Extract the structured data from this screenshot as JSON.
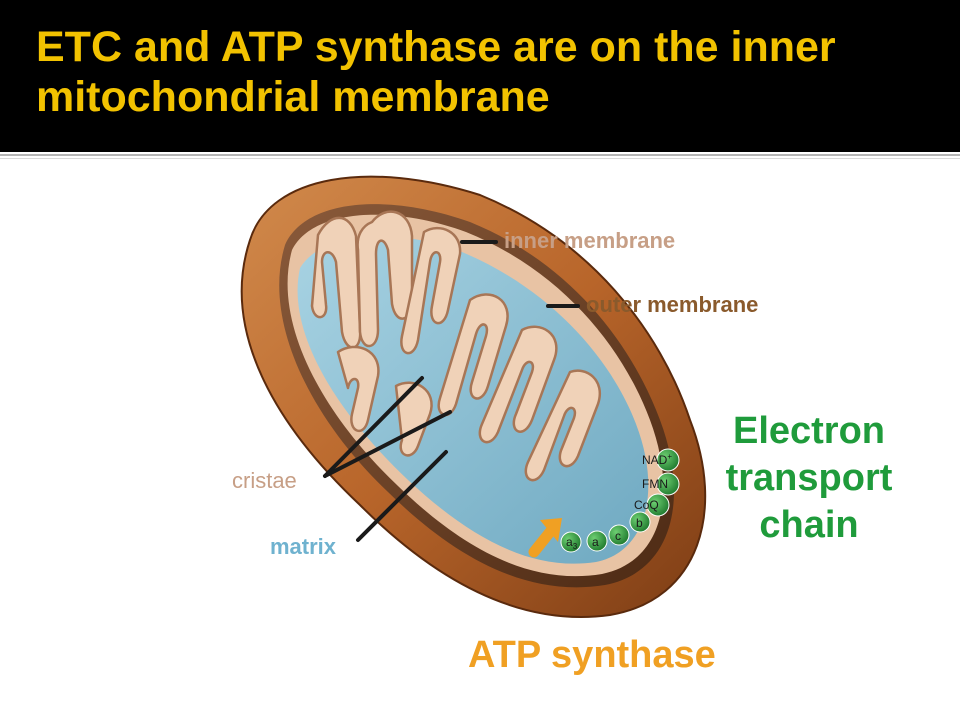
{
  "slide": {
    "title": "ETC and ATP synthase are on the inner mitochondrial membrane"
  },
  "labels": {
    "inner_membrane": "inner membrane",
    "outer_membrane": "outer membrane",
    "cristae": "cristae",
    "matrix": "matrix",
    "electron_transport_chain": "Electron transport chain",
    "atp_synthase": "ATP synthase"
  },
  "etc_complexes": {
    "nad": "NAD",
    "nad_superscript": "+",
    "fmn": "FMN",
    "coq": "CoQ",
    "b": "b",
    "c": "c",
    "a": "a",
    "a3": "a",
    "a3_subscript": "3"
  },
  "colors": {
    "title": "#f2c200",
    "title_background": "#000000",
    "inner_membrane_label": "#c79f86",
    "outer_membrane_label": "#8a5a2c",
    "cristae_label": "#c79f86",
    "matrix_label": "#6fb2cf",
    "etc_label": "#1f9b3b",
    "atp_label": "#f0a023",
    "outer_membrane": "#b8652a",
    "matrix_fill": "#8cc3d6",
    "etc_circle": "#2e9e3e",
    "atp_arrow": "#f0a023"
  }
}
